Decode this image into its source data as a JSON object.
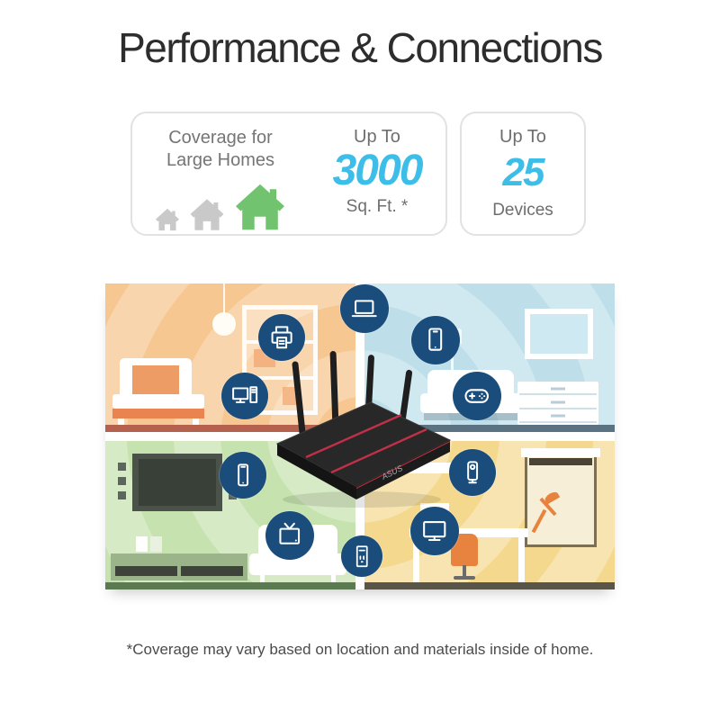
{
  "title": "Performance & Connections",
  "footnote": "*Coverage may vary based on location and materials inside of home.",
  "accent_color": "#3cbee8",
  "cards": {
    "coverage": {
      "line1": "Coverage for",
      "line2": "Large Homes",
      "up_to": "Up To",
      "value": "3000",
      "unit": "Sq. Ft. *",
      "houses": [
        {
          "name": "house-small",
          "color": "#c9c9c9"
        },
        {
          "name": "house-medium",
          "color": "#c9c9c9"
        },
        {
          "name": "house-large",
          "color": "#72c36f"
        }
      ]
    },
    "devices": {
      "up_to": "Up To",
      "value": "25",
      "unit": "Devices"
    }
  },
  "illustration": {
    "router": {
      "brand": "ASUS",
      "body_color": "#282828",
      "stripe_color": "#c03046",
      "antenna_count": 4
    },
    "icon_circle_color": "#1a4d7c",
    "rooms": [
      {
        "name": "bedroom",
        "base_color": "#f7c792",
        "floor_color": "#b4624e"
      },
      {
        "name": "living-room",
        "base_color": "#bedfea",
        "floor_color": "#5a7282"
      },
      {
        "name": "media-room",
        "base_color": "#c6e2af",
        "floor_color": "#5b7a51"
      },
      {
        "name": "office",
        "base_color": "#f4d88e",
        "floor_color": "#595649"
      }
    ],
    "device_icons": [
      "laptop-icon",
      "printer-icon",
      "desktop-pc-icon",
      "tablet-icon",
      "gamepad-icon",
      "smartphone-icon",
      "tv-icon",
      "smart-speaker-icon",
      "monitor-icon",
      "smart-plug-icon"
    ]
  }
}
